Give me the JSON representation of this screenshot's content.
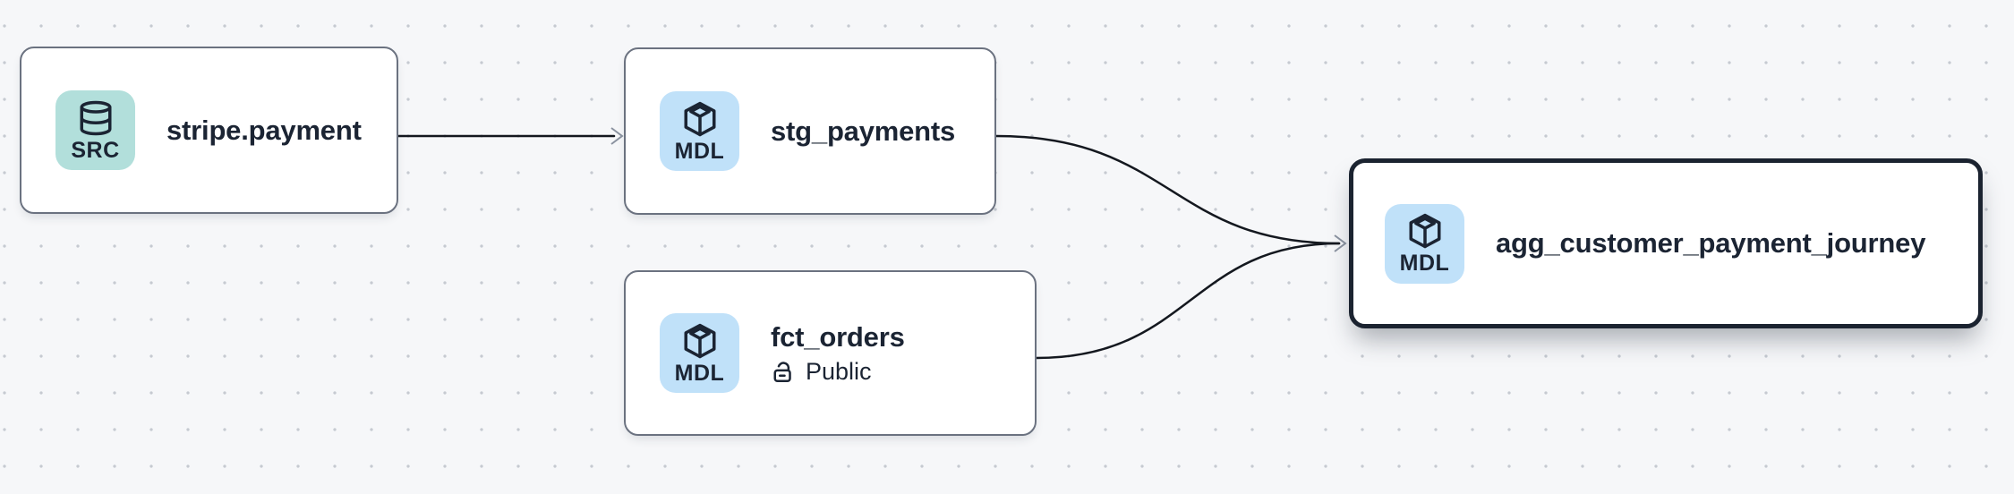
{
  "canvas": {
    "background_color": "#f6f7f9",
    "dot_color": "#c6cad1",
    "edge_color": "#14181f",
    "arrowhead_color": "#8b93a0",
    "node_background": "#ffffff",
    "node_border_color": "#6b7280",
    "selected_node_border_color": "#1b2330",
    "text_color": "#1b2433",
    "src_badge_color": "#b2dfdb",
    "mdl_badge_color": "#c0e1f9"
  },
  "nodes": [
    {
      "label": "stripe.payment",
      "badge": "SRC",
      "type": "source",
      "icon": "database-icon",
      "selected": false
    },
    {
      "label": "stg_payments",
      "badge": "MDL",
      "type": "model",
      "icon": "cube-icon",
      "selected": false
    },
    {
      "label": "fct_orders",
      "badge": "MDL",
      "type": "model",
      "icon": "cube-icon",
      "access_label": "Public",
      "access_icon": "unlock-icon",
      "selected": false
    },
    {
      "label": "agg_customer_payment_journey",
      "badge": "MDL",
      "type": "model",
      "icon": "cube-icon",
      "selected": true
    }
  ],
  "edges": [
    {
      "from": "stripe.payment",
      "to": "stg_payments"
    },
    {
      "from": "stg_payments",
      "to": "agg_customer_payment_journey"
    },
    {
      "from": "fct_orders",
      "to": "agg_customer_payment_journey"
    }
  ]
}
